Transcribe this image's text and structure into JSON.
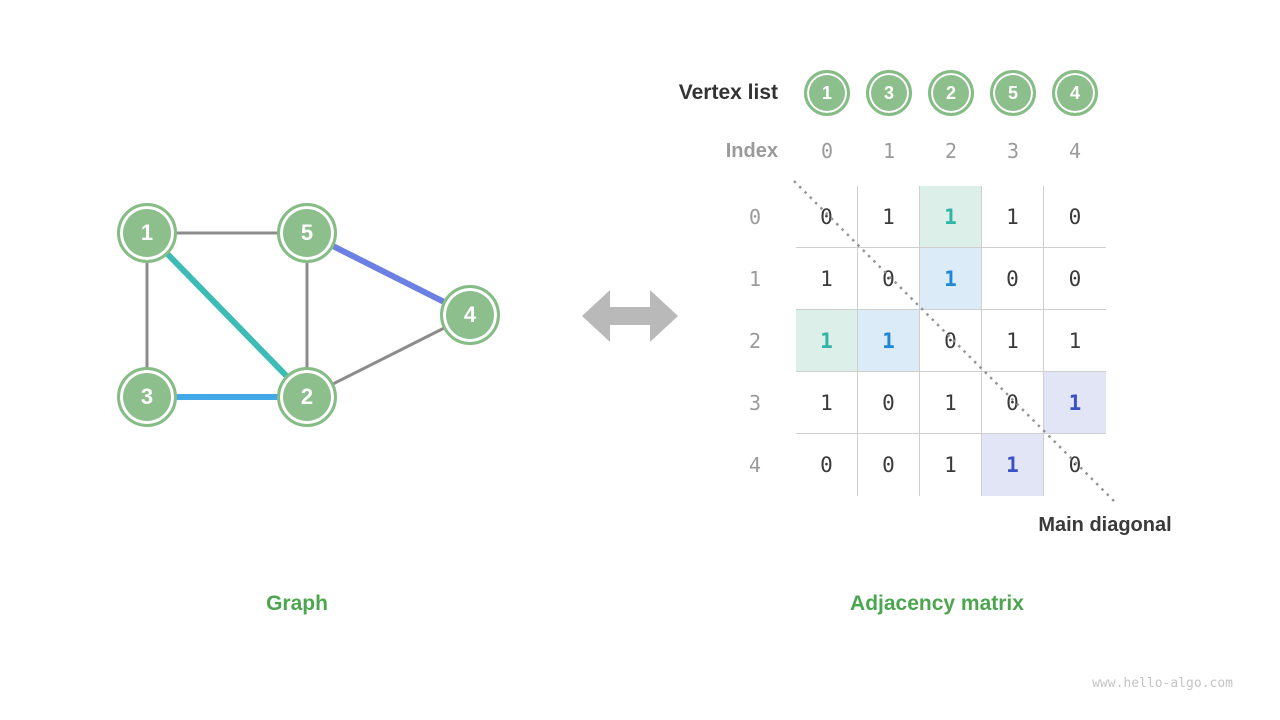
{
  "labels": {
    "vertex_list": "Vertex list",
    "index": "Index",
    "main_diagonal": "Main diagonal"
  },
  "captions": {
    "graph": "Graph",
    "adjacency_matrix": "Adjacency matrix"
  },
  "watermark": {
    "text": "www.hello-algo.com"
  },
  "colors": {
    "node_fill": "#8CBF8B",
    "node_ring": "#FFFFFF",
    "edge_gray": "#8C8C8C",
    "edge_teal": "#3CBCB4",
    "edge_blue": "#42A8E8",
    "edge_indigo": "#6C7FE2",
    "cell_teal_bg": "#DCEFE9",
    "cell_teal_text": "#2FB5A6",
    "cell_blue_bg": "#DBECF8",
    "cell_blue_text": "#1E88D2",
    "cell_indigo_bg": "#E2E5F6",
    "cell_indigo_text": "#3B50C5",
    "caption_green": "#4CA64F",
    "arrow_gray": "#B9B9B9",
    "grid_line": "#CFCFCF",
    "diagonal_dot": "#949494"
  },
  "graph": {
    "nodes": [
      {
        "label": "1"
      },
      {
        "label": "5"
      },
      {
        "label": "4"
      },
      {
        "label": "3"
      },
      {
        "label": "2"
      }
    ],
    "edges": [
      {
        "from": "1",
        "to": "5",
        "color": "gray"
      },
      {
        "from": "1",
        "to": "3",
        "color": "gray"
      },
      {
        "from": "5",
        "to": "2",
        "color": "gray"
      },
      {
        "from": "2",
        "to": "4",
        "color": "gray"
      },
      {
        "from": "1",
        "to": "2",
        "color": "teal"
      },
      {
        "from": "3",
        "to": "2",
        "color": "blue"
      },
      {
        "from": "5",
        "to": "4",
        "color": "indigo"
      }
    ]
  },
  "matrix": {
    "vertex_list": [
      "1",
      "3",
      "2",
      "5",
      "4"
    ],
    "col_labels": [
      "0",
      "1",
      "2",
      "3",
      "4"
    ],
    "row_labels": [
      "0",
      "1",
      "2",
      "3",
      "4"
    ],
    "rows": [
      [
        "0",
        "1",
        "1",
        "1",
        "0"
      ],
      [
        "1",
        "0",
        "1",
        "0",
        "0"
      ],
      [
        "1",
        "1",
        "0",
        "1",
        "1"
      ],
      [
        "1",
        "0",
        "1",
        "0",
        "1"
      ],
      [
        "0",
        "0",
        "1",
        "1",
        "0"
      ]
    ],
    "highlighted_cells": [
      {
        "row": 0,
        "col": 2,
        "color": "teal"
      },
      {
        "row": 2,
        "col": 0,
        "color": "teal"
      },
      {
        "row": 1,
        "col": 2,
        "color": "blue"
      },
      {
        "row": 2,
        "col": 1,
        "color": "blue"
      },
      {
        "row": 3,
        "col": 4,
        "color": "indigo"
      },
      {
        "row": 4,
        "col": 3,
        "color": "indigo"
      }
    ]
  }
}
